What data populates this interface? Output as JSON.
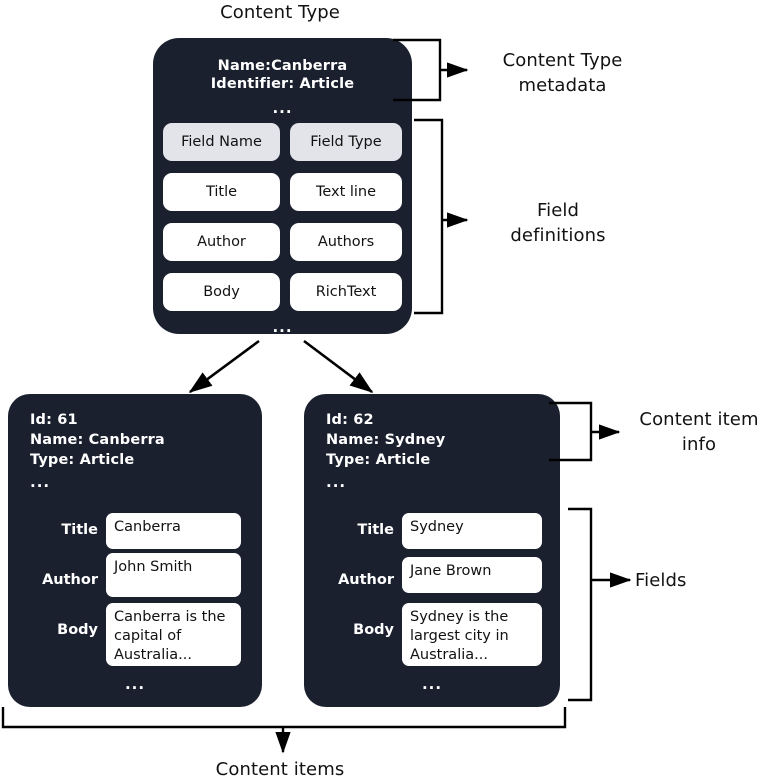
{
  "diagram": {
    "title": "Content Type",
    "bottom_label": "Content items",
    "annotations": {
      "metadata": "Content Type\nmetadata",
      "metadata_line1": "Content Type",
      "metadata_line2": "metadata",
      "field_definitions_line1": "Field",
      "field_definitions_line2": "definitions",
      "content_item_info_line1": "Content item",
      "content_item_info_line2": "info",
      "fields": "Fields"
    }
  },
  "content_type_card": {
    "metadata": {
      "name_line": "Name:Canberra",
      "identifier_line": "Identifier: Article",
      "ellipsis": "..."
    },
    "table": {
      "headers": [
        "Field Name",
        "Field Type"
      ],
      "rows": [
        {
          "name": "Title",
          "type": "Text line"
        },
        {
          "name": "Author",
          "type": "Authors"
        },
        {
          "name": "Body",
          "type": "RichText"
        }
      ],
      "ellipsis": "..."
    }
  },
  "content_items": [
    {
      "info": {
        "id": "Id: 61",
        "name": "Name: Canberra",
        "type": "Type: Article",
        "ellipsis": "..."
      },
      "fields": [
        {
          "label": "Title",
          "value": "Canberra"
        },
        {
          "label": "Author",
          "value": "John Smith"
        },
        {
          "label": "Body",
          "value": "Canberra is the capital of Australia..."
        }
      ],
      "ellipsis": "..."
    },
    {
      "info": {
        "id": "Id: 62",
        "name": "Name: Sydney",
        "type": "Type: Article",
        "ellipsis": "..."
      },
      "fields": [
        {
          "label": "Title",
          "value": "Sydney"
        },
        {
          "label": "Author",
          "value": "Jane Brown"
        },
        {
          "label": "Body",
          "value": "Sydney is the largest city in Australia..."
        }
      ],
      "ellipsis": "..."
    }
  ],
  "colors": {
    "card_background": "#1a202e",
    "pill_background": "#ffffff",
    "header_pill_background": "#e3e3ea",
    "text_dark": "#121212",
    "text_light": "#ffffff",
    "stroke": "#000000",
    "page_background": "#ffffff"
  }
}
